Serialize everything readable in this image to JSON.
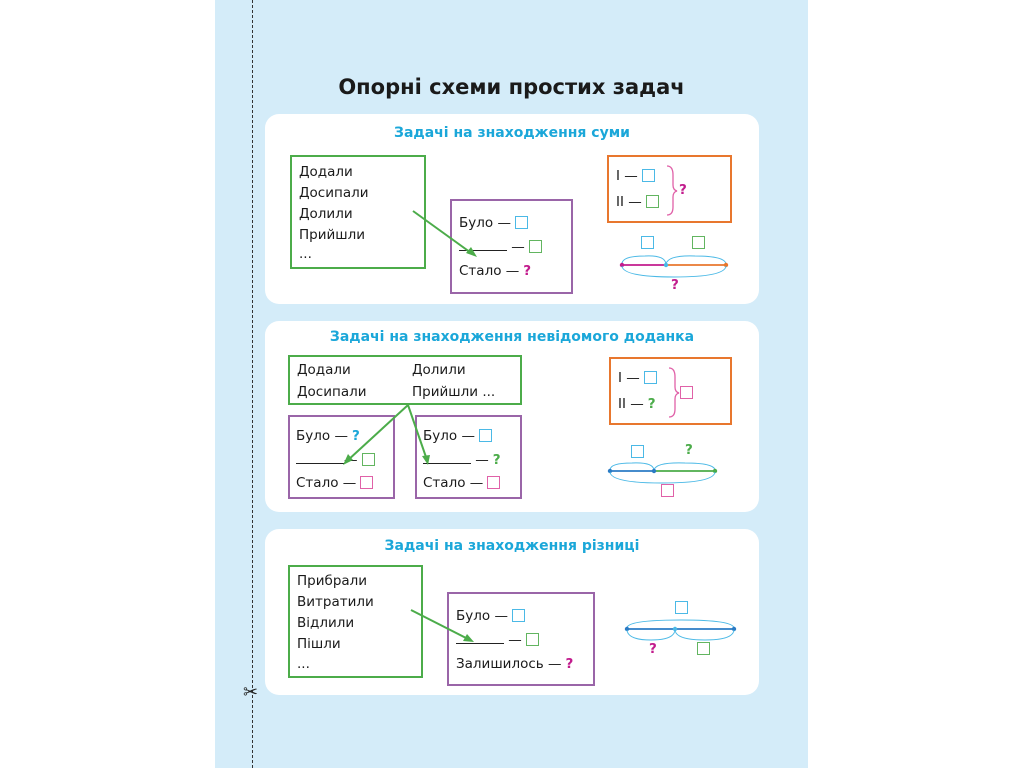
{
  "title": "Опорні схеми простих задач",
  "dash": "—",
  "sections": [
    {
      "title": "Задачі на знаходження суми",
      "verbs": [
        "Додали",
        "Досипали",
        "Долили",
        "Прийшли",
        "..."
      ],
      "rows": [
        "Було",
        "Стало"
      ],
      "q": "?",
      "scheme_labels": [
        "І",
        "ІІ"
      ]
    },
    {
      "title": "Задачі на знаходження невідомого доданка",
      "verbs_left": [
        "Додали",
        "Досипали"
      ],
      "verbs_right": [
        "Долили",
        "Прийшли ..."
      ],
      "rows": [
        "Було",
        "Стало"
      ],
      "q": "?",
      "scheme_labels": [
        "І",
        "ІІ"
      ]
    },
    {
      "title": "Задачі на знаходження різниці",
      "verbs": [
        "Прибрали",
        "Витратили",
        "Відлили",
        "Пішли",
        "..."
      ],
      "rows": [
        "Було",
        "Залишилось"
      ],
      "q": "?"
    }
  ],
  "colors": {
    "page": "#d4ecf9",
    "green": "#4cac4a",
    "purple": "#9a65a8",
    "orange": "#e8772e",
    "cyan": "#1ba7d9",
    "magenta": "#c21c8d"
  }
}
